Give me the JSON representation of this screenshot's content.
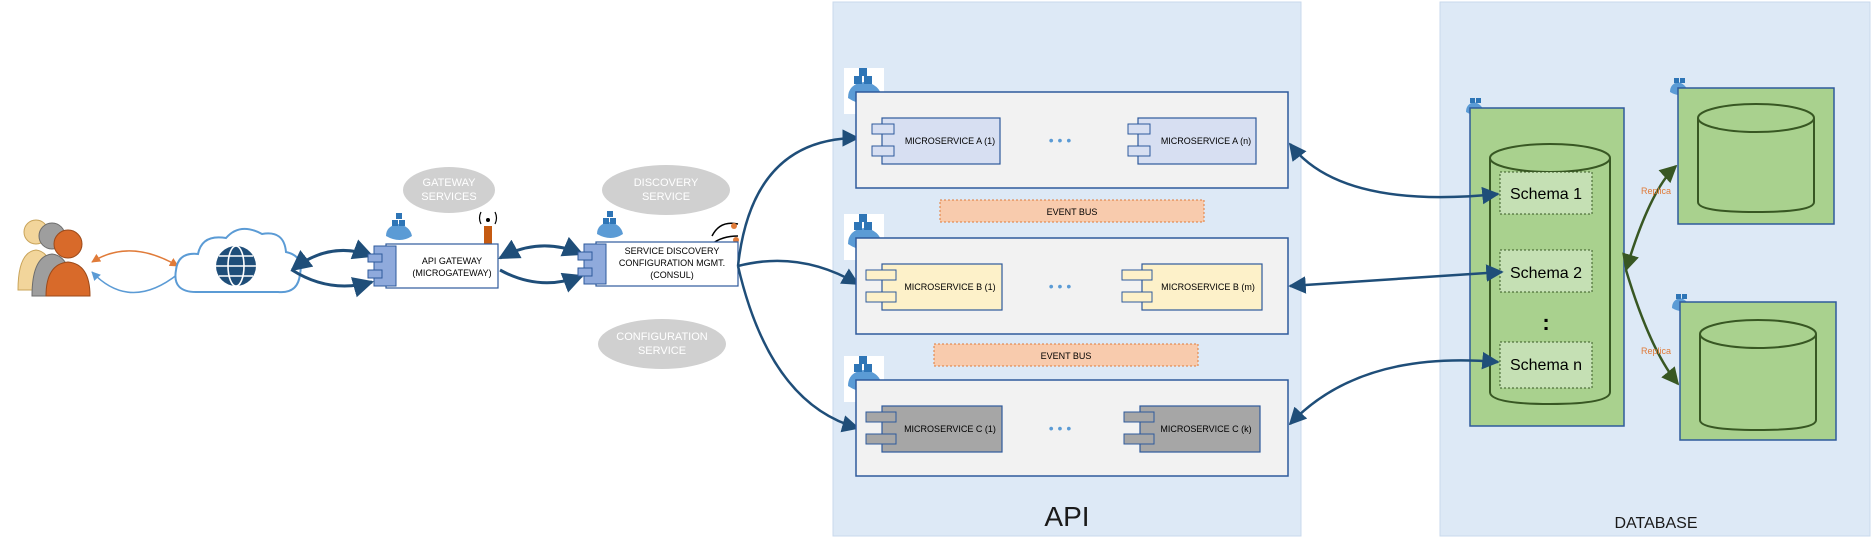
{
  "panels": {
    "api_label": "API",
    "database_label": "DATABASE"
  },
  "gateway": {
    "line1": "API GATEWAY",
    "line2": "(MICROGATEWAY)",
    "bubble_line1": "GATEWAY",
    "bubble_line2": "SERVICES"
  },
  "discovery": {
    "line1": "SERVICE DISCOVERY",
    "line2": "CONFIGURATION MGMT.",
    "line3": "(CONSUL)",
    "bubble_line1": "DISCOVERY",
    "bubble_line2": "SERVICE",
    "config_bubble_line1": "CONFIGURATION",
    "config_bubble_line2": "SERVICE"
  },
  "microservices": {
    "a1": "MICROSERVICE A (1)",
    "an": "MICROSERVICE A (n)",
    "b1": "MICROSERVICE B (1)",
    "bm": "MICROSERVICE B (m)",
    "c1": "MICROSERVICE C (1)",
    "ck": "MICROSERVICE C (k)",
    "ellipsis": "• • •"
  },
  "event_bus": {
    "label1": "EVENT BUS",
    "label2": "EVENT BUS"
  },
  "database": {
    "schemas": [
      "Schema 1",
      "Schema 2",
      "Schema n"
    ],
    "vertical_dots": ":",
    "replica_label_1": "Replica",
    "replica_label_2": "Replica"
  },
  "colors": {
    "panel_bg": "#dde9f6",
    "arrow": "#1f4e79",
    "ms_a": "#d7dff2",
    "ms_b": "#fdf1c9",
    "ms_c": "#a6a6a6",
    "event_bus": "#f8cbad",
    "db_green": "#a9d18e",
    "replica_orange": "#e07b39"
  }
}
